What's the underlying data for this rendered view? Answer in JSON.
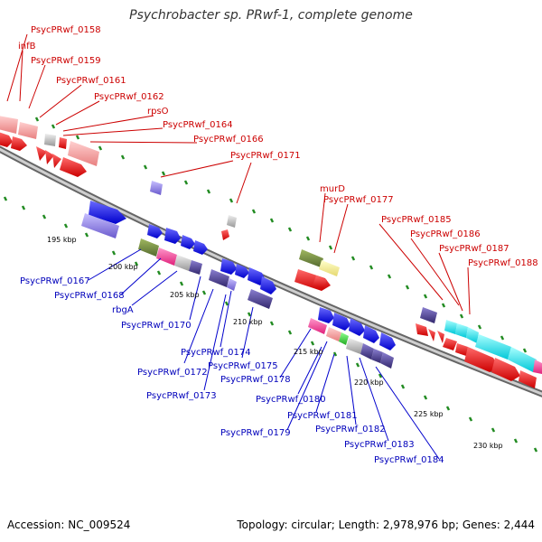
{
  "title": "Psychrobacter sp. PRwf-1, complete genome",
  "footer": {
    "accession": "Accession: NC_009524",
    "summary": "Topology: circular; Length: 2,978,976 bp; Genes: 2,444"
  },
  "colors": {
    "outer_label": "#cc0000",
    "inner_label": "#0000bb",
    "tick": "#228b22",
    "backbone": "#888888"
  },
  "kbp_labels": [
    "195 kbp",
    "200 kbp",
    "205 kbp",
    "210 kbp",
    "215 kbp",
    "220 kbp",
    "225 kbp",
    "230 kbp"
  ],
  "outer_labels": [
    "PsycPRwf_0158",
    "infB",
    "PsycPRwf_0159",
    "PsycPRwf_0161",
    "PsycPRwf_0162",
    "rpsO",
    "PsycPRwf_0164",
    "PsycPRwf_0166",
    "PsycPRwf_0171",
    "murD",
    "PsycPRwf_0177",
    "PsycPRwf_0185",
    "PsycPRwf_0186",
    "PsycPRwf_0187",
    "PsycPRwf_0188"
  ],
  "inner_labels": [
    "PsycPRwf_0167",
    "PsycPRwf_0168",
    "rbgA",
    "PsycPRwf_0170",
    "PsycPRwf_0174",
    "PsycPRwf_0175",
    "PsycPRwf_0172",
    "PsycPRwf_0178",
    "PsycPRwf_0173",
    "PsycPRwf_0180",
    "PsycPRwf_0181",
    "PsycPRwf_0179",
    "PsycPRwf_0182",
    "PsycPRwf_0183",
    "PsycPRwf_0184"
  ]
}
